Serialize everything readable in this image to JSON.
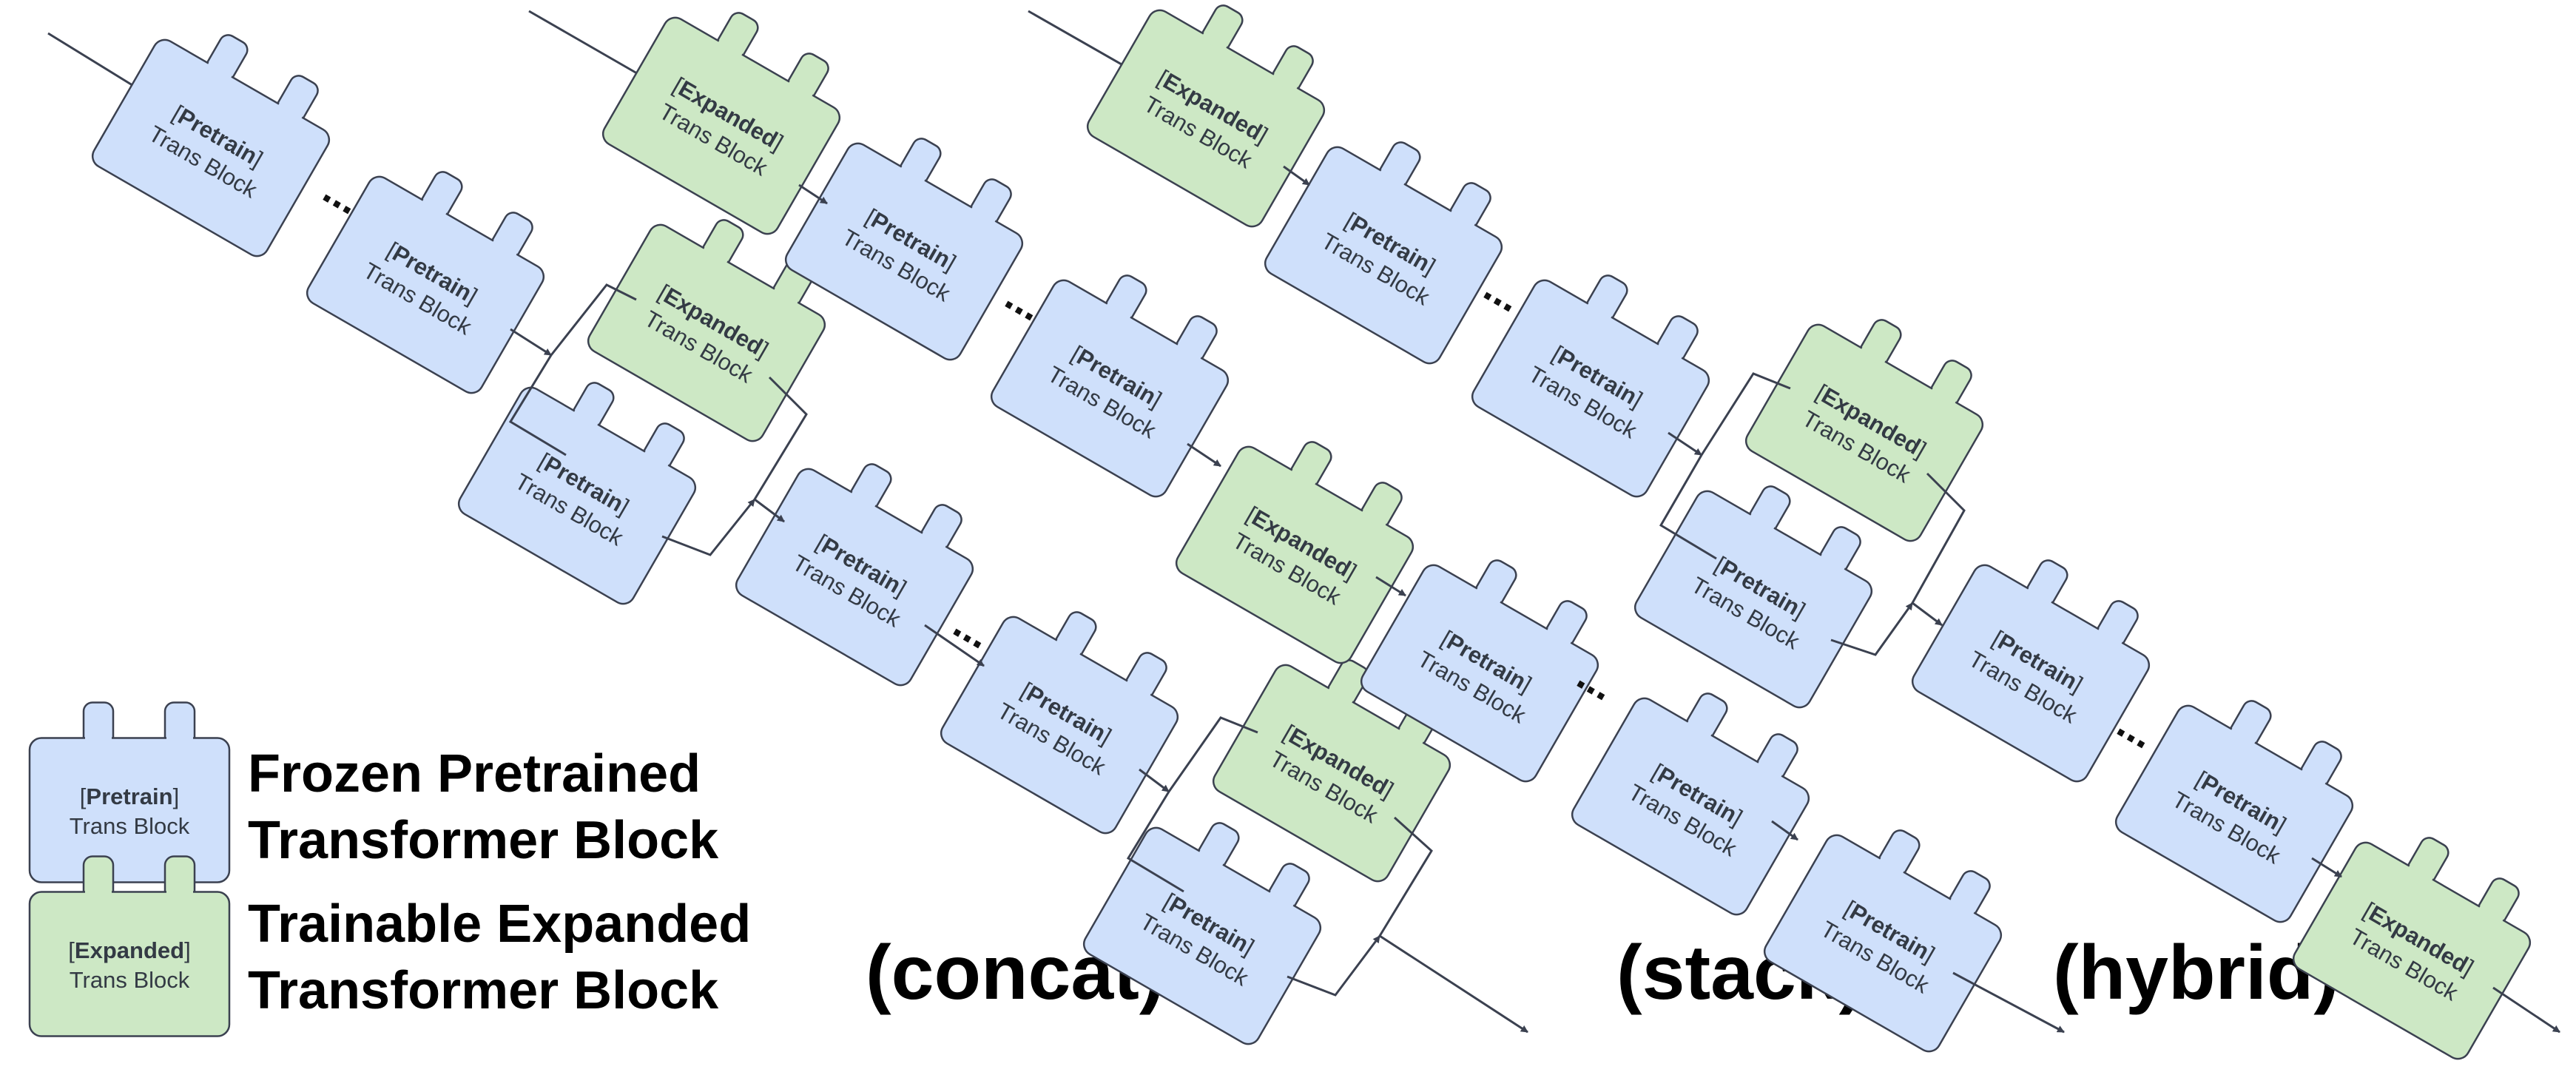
{
  "colors": {
    "pretrain_fill": "#cfe0fb",
    "expanded_fill": "#cde8c5",
    "outline": "#3b4150",
    "text": "#333a44"
  },
  "block_types": {
    "pretrain": {
      "tag": "Pretrain",
      "sub": "Trans Block"
    },
    "expanded": {
      "tag": "Expanded",
      "sub": "Trans Block"
    }
  },
  "legend": [
    {
      "type": "pretrain",
      "line1": "Frozen Pretrained",
      "line2": "Transformer Block"
    },
    {
      "type": "expanded",
      "line1": "Trainable Expanded",
      "line2": "Transformer Block"
    }
  ],
  "diagrams": [
    {
      "caption": "(concat)",
      "blocks": [
        "pretrain",
        "pretrain",
        "expanded",
        "pretrain",
        "pretrain",
        "pretrain",
        "expanded",
        "pretrain"
      ],
      "ellipsis": "..."
    },
    {
      "caption": "(stack)",
      "blocks": [
        "expanded",
        "pretrain",
        "pretrain",
        "expanded",
        "pretrain",
        "pretrain",
        "pretrain"
      ],
      "ellipsis": "..."
    },
    {
      "caption": "(hybrid)",
      "blocks": [
        "expanded",
        "pretrain",
        "pretrain",
        "expanded",
        "pretrain",
        "pretrain",
        "pretrain",
        "expanded"
      ],
      "ellipsis": "..."
    }
  ]
}
